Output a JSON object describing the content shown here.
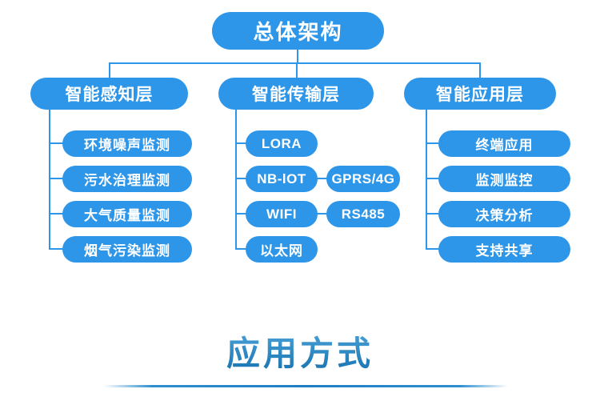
{
  "root": {
    "label": "总体架构"
  },
  "layers": [
    {
      "title": "智能感知层",
      "children": [
        "环境噪声监测",
        "污水治理监测",
        "大气质量监测",
        "烟气污染监测"
      ]
    },
    {
      "title": "智能传输层",
      "rows": [
        {
          "primary": "LORA"
        },
        {
          "primary": "NB-lOT",
          "secondary": "GPRS/4G"
        },
        {
          "primary": "WIFI",
          "secondary": "RS485"
        },
        {
          "primary": "以太网"
        }
      ]
    },
    {
      "title": "智能应用层",
      "children": [
        "终端应用",
        "监测监控",
        "决策分析",
        "支持共享"
      ]
    }
  ],
  "footer": {
    "title": "应用方式"
  },
  "colors": {
    "node_blue": "#2E96E9",
    "title_gradient_start": "#4FA6DA",
    "title_gradient_end": "#1470AE",
    "divider_blue": "#2484C6"
  }
}
